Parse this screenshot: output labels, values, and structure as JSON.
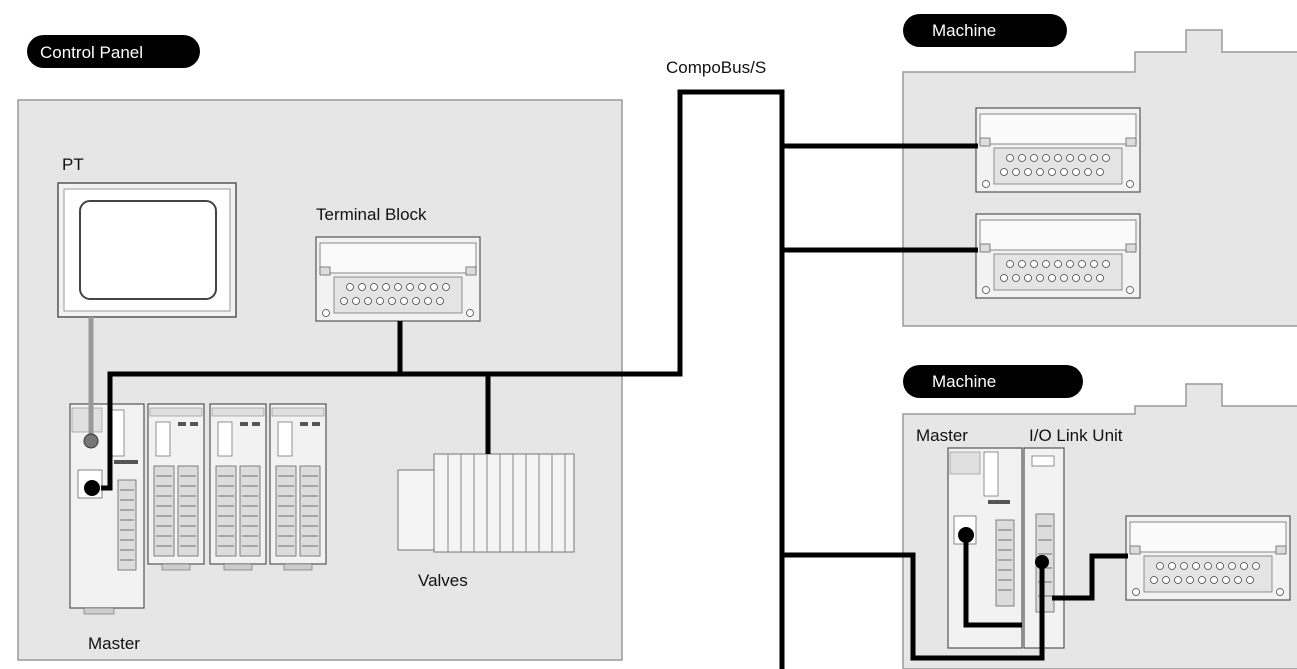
{
  "tags": {
    "control_panel": "Control Panel",
    "machine_1": "Machine",
    "machine_2": "Machine"
  },
  "labels": {
    "pt": "PT",
    "terminal_block": "Terminal Block",
    "compobus": "CompoBus/S",
    "valves": "Valves",
    "master_left": "Master",
    "master_right": "Master",
    "io_link_unit": "I/O Link Unit"
  },
  "colors": {
    "panel_fill": "#e6e6e6",
    "panel_stroke": "#9a9a9a",
    "tag_fill": "#000000",
    "cable": "#000000",
    "pt_cable": "#9a9a9a",
    "device_fill": "#f2f2f2",
    "device_stroke": "#555555"
  }
}
